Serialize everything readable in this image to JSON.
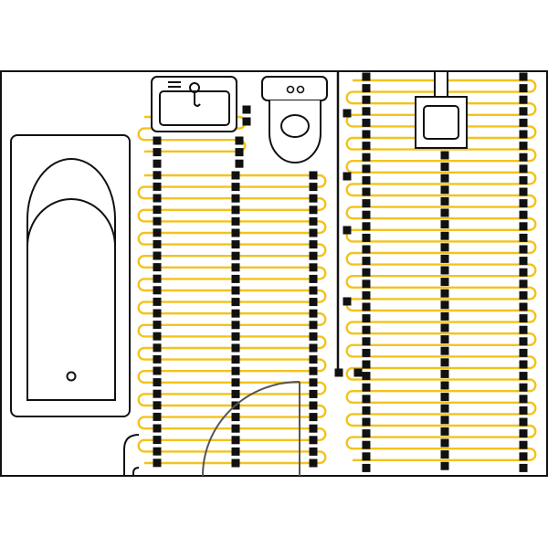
{
  "diagram": {
    "kind": "bathroom underfloor heating layout (plan view)",
    "colors": {
      "background": "#ffffff",
      "outline": "#111111",
      "cable": "#f2c31b",
      "clip": "#111111",
      "door": "#555555"
    },
    "fixtures": [
      "bathtub",
      "washbasin",
      "toilet",
      "heating-controller"
    ],
    "cable_zones": [
      {
        "id": "left",
        "rows": 17,
        "clip_columns": 3
      },
      {
        "id": "right",
        "rows": 17,
        "clip_columns": 3
      }
    ]
  }
}
